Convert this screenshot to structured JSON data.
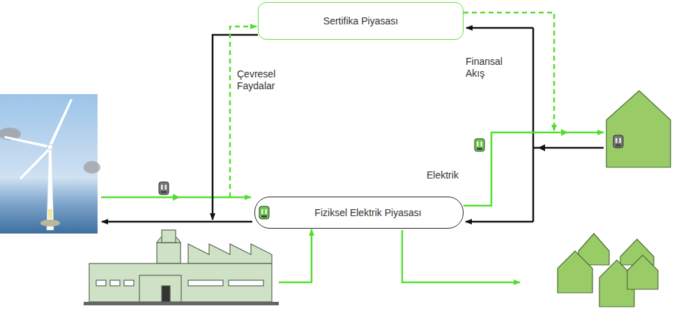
{
  "diagram": {
    "nodes": [
      {
        "text": [
          "Sertifika Piyasası"
        ]
      },
      {
        "text": [
          "Fiziksel Elektrik Piyasası"
        ]
      }
    ],
    "labels": [
      "Çevresel Faydalar",
      "Finansal Akış",
      "Elektrik"
    ]
  }
}
